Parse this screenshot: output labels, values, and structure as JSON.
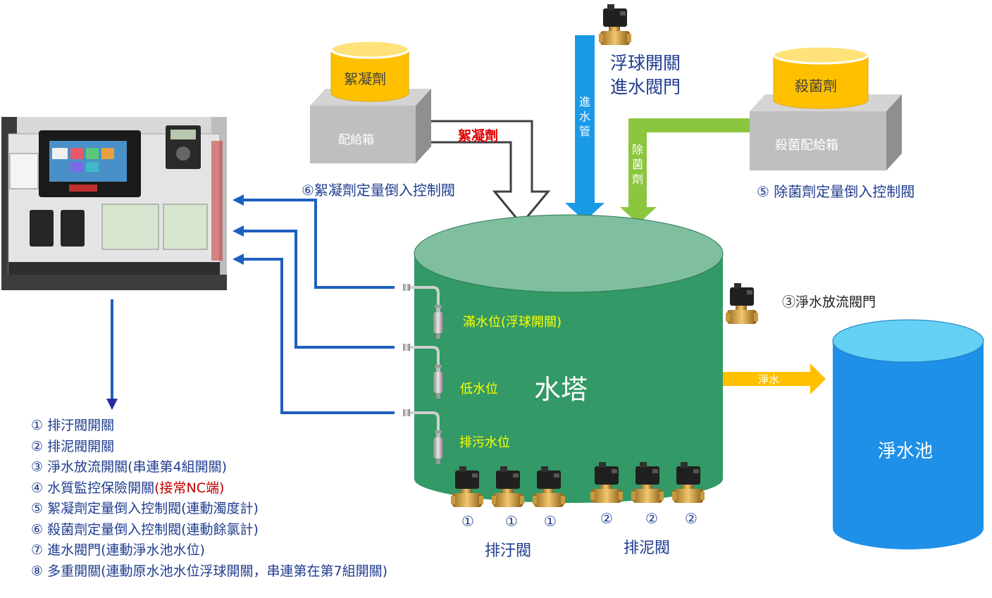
{
  "coagulant_tank": {
    "drum_label": "絮凝劑",
    "box_label": "配給箱"
  },
  "coagulant_pipe_label": "絮凝劑",
  "coagulant_valve_label": "⑥絮凝劑定量倒入控制閥",
  "inlet": {
    "pipe_label": "進水管",
    "valve_label_line1": "浮球開關",
    "valve_label_line2": "進水閥門"
  },
  "disinfectant_tank": {
    "drum_label": "殺菌劑",
    "box_label": "殺菌配給箱"
  },
  "disinfectant_pipe_label": "除菌劑",
  "disinfectant_valve_label": "⑤ 除菌劑定量倒入控制閥",
  "tower": {
    "title": "水塔",
    "level_full": "滿水位(浮球開關)",
    "level_low": "低水位",
    "level_drain": "排污水位"
  },
  "outlet": {
    "valve_label": "③淨水放流閥門",
    "arrow_label": "淨水",
    "pool_label": "淨水池"
  },
  "bottom_valves": {
    "sewage_numbers": [
      "①",
      "①",
      "①"
    ],
    "sludge_numbers": [
      "②",
      "②",
      "②"
    ],
    "sewage_label": "排汙閥",
    "sludge_label": "排泥閥"
  },
  "legend": [
    {
      "text": "① 排汙閥開關"
    },
    {
      "text": "② 排泥閥開關"
    },
    {
      "text": "③ 淨水放流開關(串連第4組開關)"
    },
    {
      "text": "④ 水質監控保險開關",
      "highlight": "(接常NC端)"
    },
    {
      "text": "⑤ 絮凝劑定量倒入控制閥(連動濁度計)"
    },
    {
      "text": "⑥ 殺菌劑定量倒入控制閥(連動餘氯計)"
    },
    {
      "text": "⑦ 進水閥門(連動淨水池水位)"
    },
    {
      "text": "⑧ 多重開關(連動原水池水位浮球開關，串連第在第7組開關)"
    }
  ],
  "colors": {
    "tower_body": "#339966",
    "tower_top": "#7fbfa0",
    "pool": "#1f90e8",
    "pool_top": "#63d0f4",
    "drum": "#ffc000",
    "box": "#bfbfbf",
    "blue_arrow": "#1a9ae6",
    "green_arrow": "#8cc63f",
    "orange_arrow": "#ffc000",
    "signal_line": "#1f5fbf",
    "legend_text": "#1f3c8f",
    "level_text": "#ffff00"
  }
}
